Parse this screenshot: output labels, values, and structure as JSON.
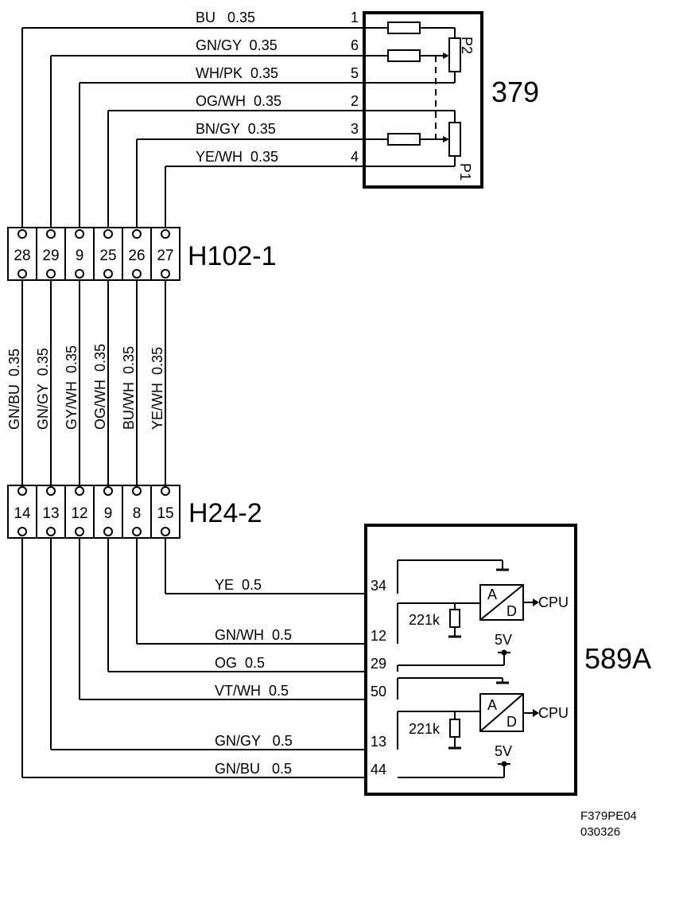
{
  "component_379": {
    "label": "379",
    "pins": [
      "1",
      "6",
      "5",
      "2",
      "3",
      "4"
    ],
    "wires": [
      "BU   0.35",
      "GN/GY  0.35",
      "WH/PK  0.35",
      "OG/WH  0.35",
      "BN/GY  0.35",
      "YE/WH  0.35"
    ],
    "pot_labels": [
      "P2",
      "P1"
    ]
  },
  "connector_h102": {
    "label": "H102-1",
    "cells": [
      "28",
      "29",
      "9",
      "25",
      "26",
      "27"
    ]
  },
  "vertical_wires": [
    "GN/BU  0.35",
    "GN/GY  0.35",
    "GY/WH  0.35",
    "OG/WH  0.35",
    "BU/WH  0.35",
    "YE/WH  0.35"
  ],
  "connector_h24": {
    "label": "H24-2",
    "cells": [
      "14",
      "13",
      "12",
      "9",
      "8",
      "15"
    ]
  },
  "component_589a": {
    "label": "589A",
    "pins": [
      "34",
      "12",
      "29",
      "50",
      "13",
      "44"
    ],
    "wires": [
      "YE  0.5",
      "GN/WH  0.5",
      "OG  0.5",
      "VT/WH  0.5",
      "GN/GY   0.5",
      "GN/BU   0.5"
    ],
    "resistor_value": "221k",
    "adc_a": "A",
    "adc_d": "D",
    "cpu_label": "CPU",
    "voltage": "5V"
  },
  "footer": {
    "line1": "F379PE04",
    "line2": "030326"
  }
}
